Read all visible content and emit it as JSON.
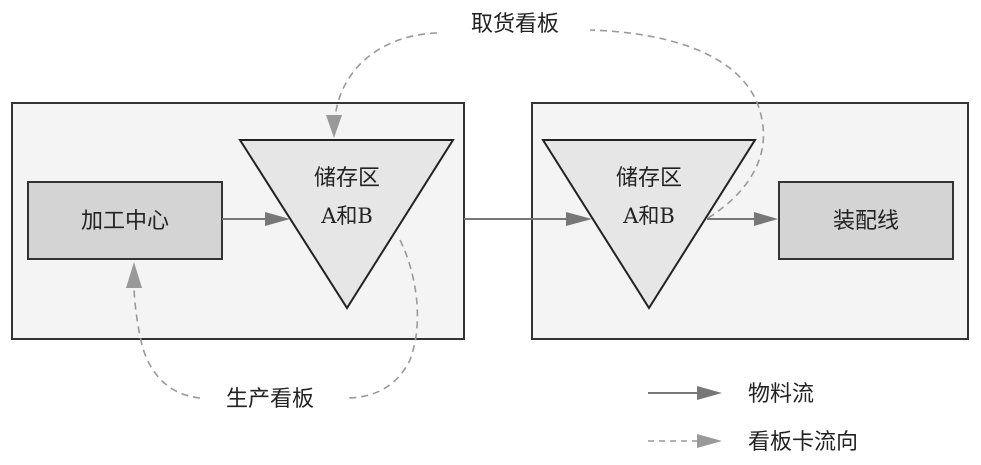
{
  "diagram": {
    "top_label": "取货看板",
    "bottom_label": "生产看板",
    "left_zone": {
      "process_box": "加工中心",
      "storage": {
        "line1": "储存区",
        "line2": "A和B"
      }
    },
    "right_zone": {
      "storage": {
        "line1": "储存区",
        "line2": "A和B"
      },
      "process_box": "装配线"
    },
    "legend": [
      {
        "style": "solid",
        "label": "物料流"
      },
      {
        "style": "dashed",
        "label": "看板卡流向"
      }
    ],
    "colors": {
      "zone_fill": "#f4f4f4",
      "zone_stroke": "#333333",
      "box_fill": "#d4d4d4",
      "triangle_fill": "#e6e6e6",
      "material_flow": "#777777",
      "kanban_flow": "#999999",
      "text": "#222222"
    }
  }
}
